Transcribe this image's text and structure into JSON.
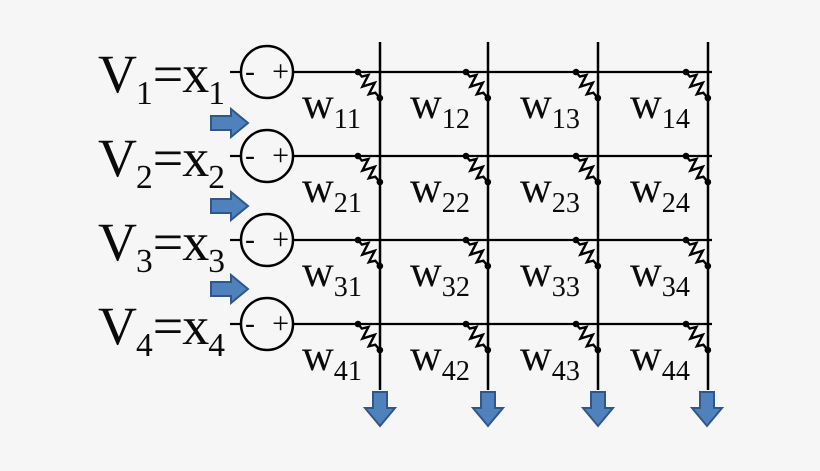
{
  "colors": {
    "background": "#f6f6f6",
    "wire": "#000000",
    "arrow_fill": "#4f81bd",
    "arrow_stroke": "#31568a"
  },
  "sources": [
    {
      "name": "V",
      "index": "1",
      "equals": "=",
      "value": "x",
      "minus": "-",
      "plus": "+"
    },
    {
      "name": "V",
      "index": "2",
      "equals": "=",
      "value": "x",
      "minus": "-",
      "plus": "+"
    },
    {
      "name": "V",
      "index": "3",
      "equals": "=",
      "value": "x",
      "minus": "-",
      "plus": "+"
    },
    {
      "name": "V",
      "index": "4",
      "equals": "=",
      "value": "x",
      "minus": "-",
      "plus": "+"
    }
  ],
  "grid": {
    "symbol": "w",
    "cells": [
      "11",
      "12",
      "13",
      "14",
      "21",
      "22",
      "23",
      "24",
      "31",
      "32",
      "33",
      "34",
      "41",
      "42",
      "43",
      "44"
    ]
  }
}
